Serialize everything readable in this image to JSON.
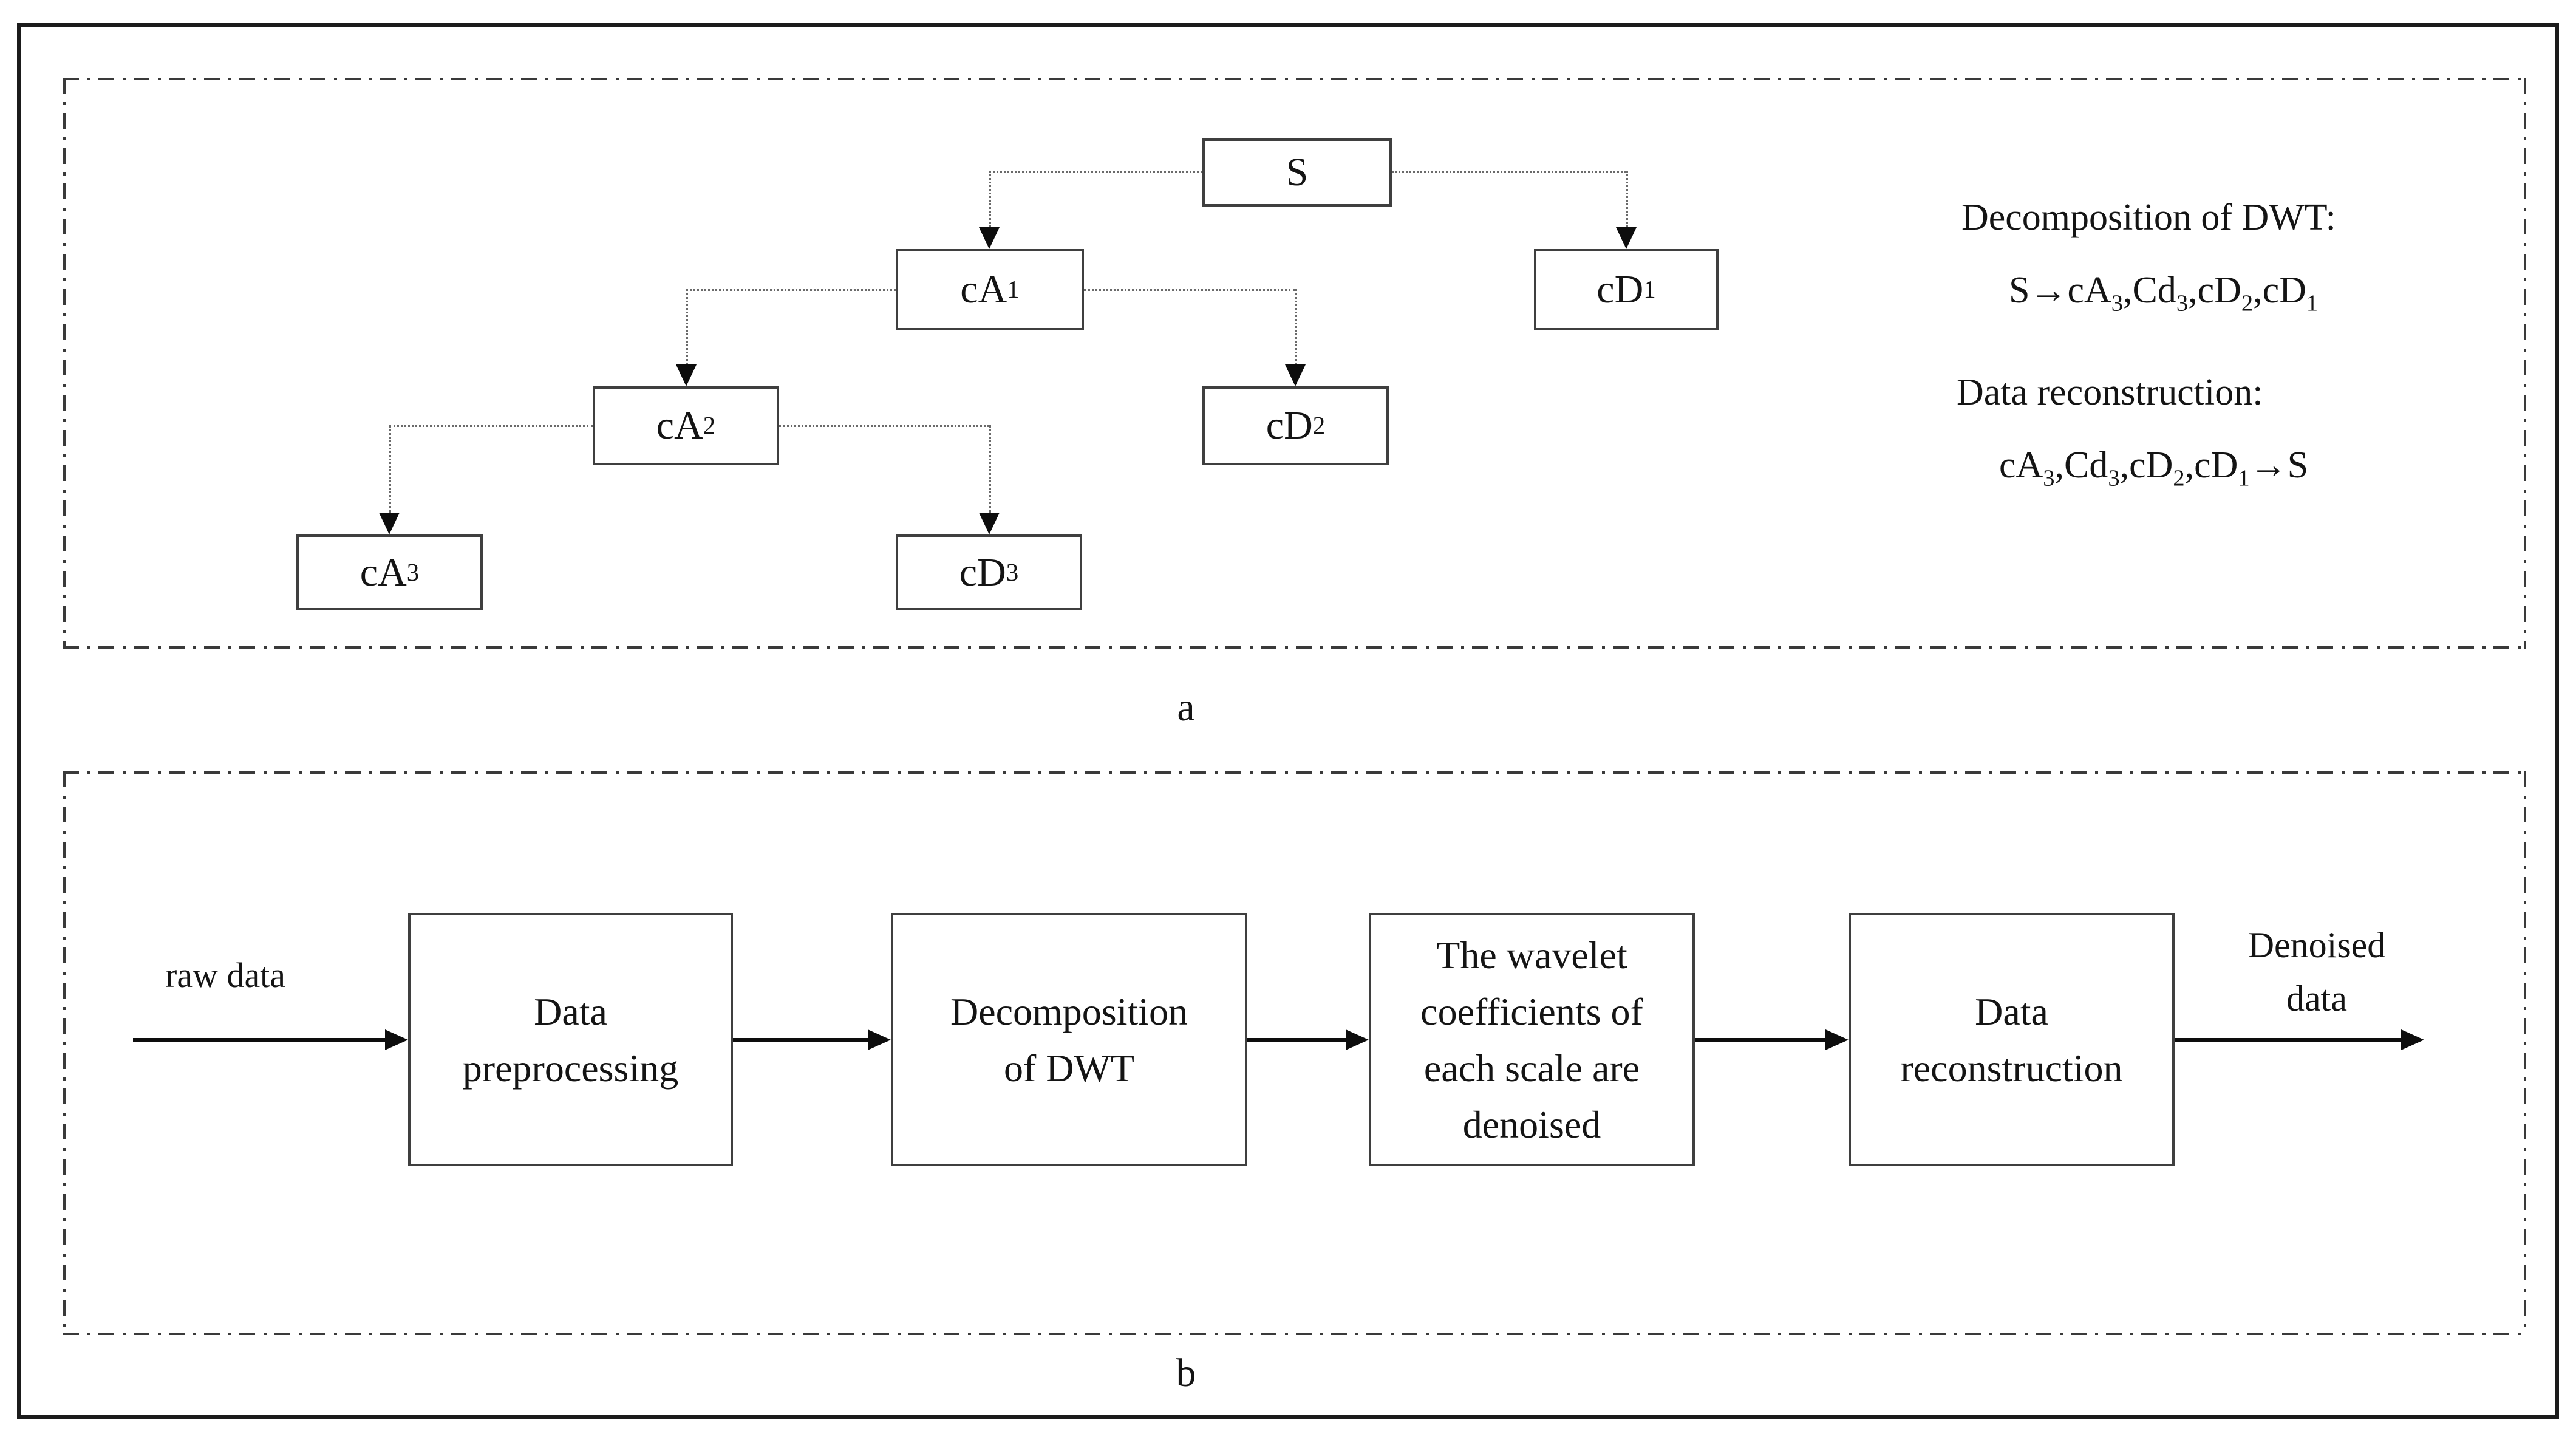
{
  "figure": {
    "colors": {
      "ink": "#141414",
      "box_border": "#3f3f3f",
      "panel_line": "#3a3a3a",
      "connector": "#6a6a6a",
      "arrow": "#0d0d0d",
      "background": "#ffffff"
    },
    "panel_a": {
      "label": "a",
      "nodes": {
        "s": "S",
        "ca1": "cA_1",
        "cd1": "cD_1",
        "ca2": "cA_2",
        "cd2": "cD_2",
        "ca3": "cA_3",
        "cd3": "cD_3"
      },
      "legend": {
        "decomposition_title": "Decomposition of DWT:",
        "decomposition_formula": "S→cA_3,Cd_3,cD_2,cD_1",
        "reconstruction_title": "Data reconstruction:",
        "reconstruction_formula": "cA_3,Cd_3,cD_2,cD_1→S"
      }
    },
    "panel_b": {
      "label": "b",
      "input_label": "raw data",
      "output_label": "Denoised\ndata",
      "steps": [
        "Data\npreprocessing",
        "Decomposition\nof DWT",
        "The wavelet\ncoefficients of\neach scale are\ndenoised",
        "Data\nreconstruction"
      ]
    }
  }
}
